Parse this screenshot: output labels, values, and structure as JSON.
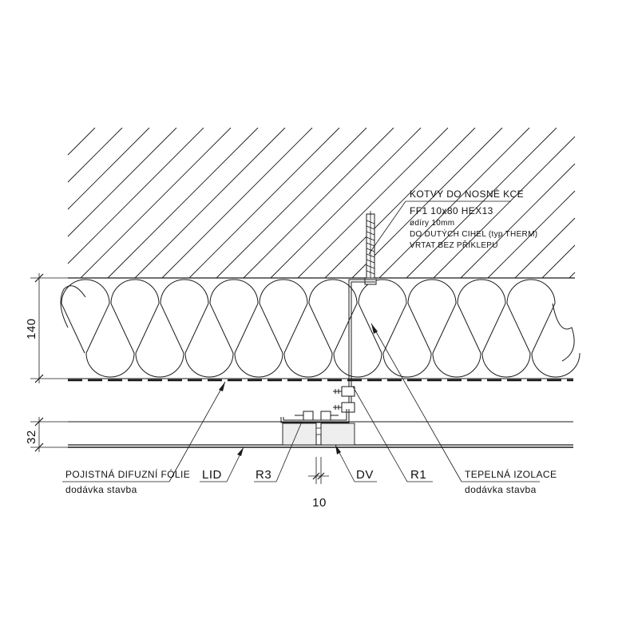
{
  "dimensions": {
    "insulation_thickness": "140",
    "rail_thickness": "32",
    "joint_width": "10"
  },
  "anchor_note": {
    "title": "KOTVY DO NOSNÉ KCE",
    "line1": "FF1  10x80  HEX13",
    "line2": "ødíry 10mm",
    "line3": "DO DUTÝCH CIHEL (typ THERM)",
    "line4": "VRTAT BEZ PŘÍKLEPU"
  },
  "callouts": {
    "foil_title": "POJISTNÁ DIFUZNÍ FÓLIE",
    "foil_sub": "dodávka stavba",
    "lid": "LID",
    "r3": "R3",
    "dv": "DV",
    "r1": "R1",
    "insulation_title": "TEPELNÁ IZOLACE",
    "insulation_sub": "dodávka stavba"
  },
  "colors": {
    "line": "#1a1a1a",
    "background": "#ffffff",
    "block_fill": "#e6e6e6"
  }
}
